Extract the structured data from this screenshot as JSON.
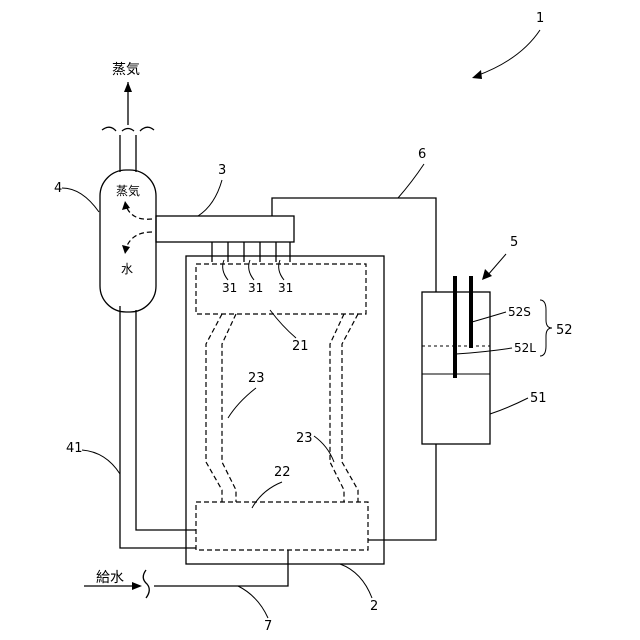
{
  "texts": {
    "steam_out": "蒸気",
    "steam_inside": "蒸気",
    "water_inside": "水",
    "feed_water": "給水"
  },
  "refs": {
    "system": "1",
    "vessel": "2",
    "riser_pipe": "3",
    "drum": "4",
    "level_gauge": "5",
    "pipe_6": "6",
    "feed_pipe": "7",
    "upper_header": "21",
    "lower_header": "22",
    "tube_left": "23",
    "tube_right": "23",
    "nozzle_a": "31",
    "nozzle_b": "31",
    "nozzle_c": "31",
    "downcomer": "41",
    "level_tank": "51",
    "probe_group": "52",
    "probe_short": "52S",
    "probe_long": "52L"
  }
}
